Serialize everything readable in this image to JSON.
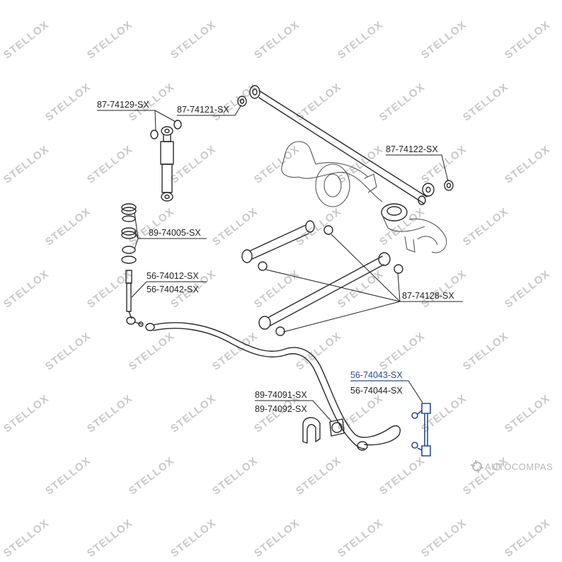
{
  "watermark": {
    "text": "STELLOX"
  },
  "labels": {
    "p1": "87-74129-SX",
    "p2": "87-74121-SX",
    "p3": "87-74122-SX",
    "p4": "89-74005-SX",
    "p5": "56-74012-SX",
    "p6": "56-74042-SX",
    "p7": "87-74128-SX",
    "p8": "56-74043-SX",
    "p9": "56-74044-SX",
    "p10": "89-74091-SX",
    "p11": "89-74092-SX"
  },
  "brand": {
    "text": "AUTOCOMPAS"
  },
  "colors": {
    "highlight": "#2a4d8f",
    "watermark": "#c9c9c9"
  }
}
